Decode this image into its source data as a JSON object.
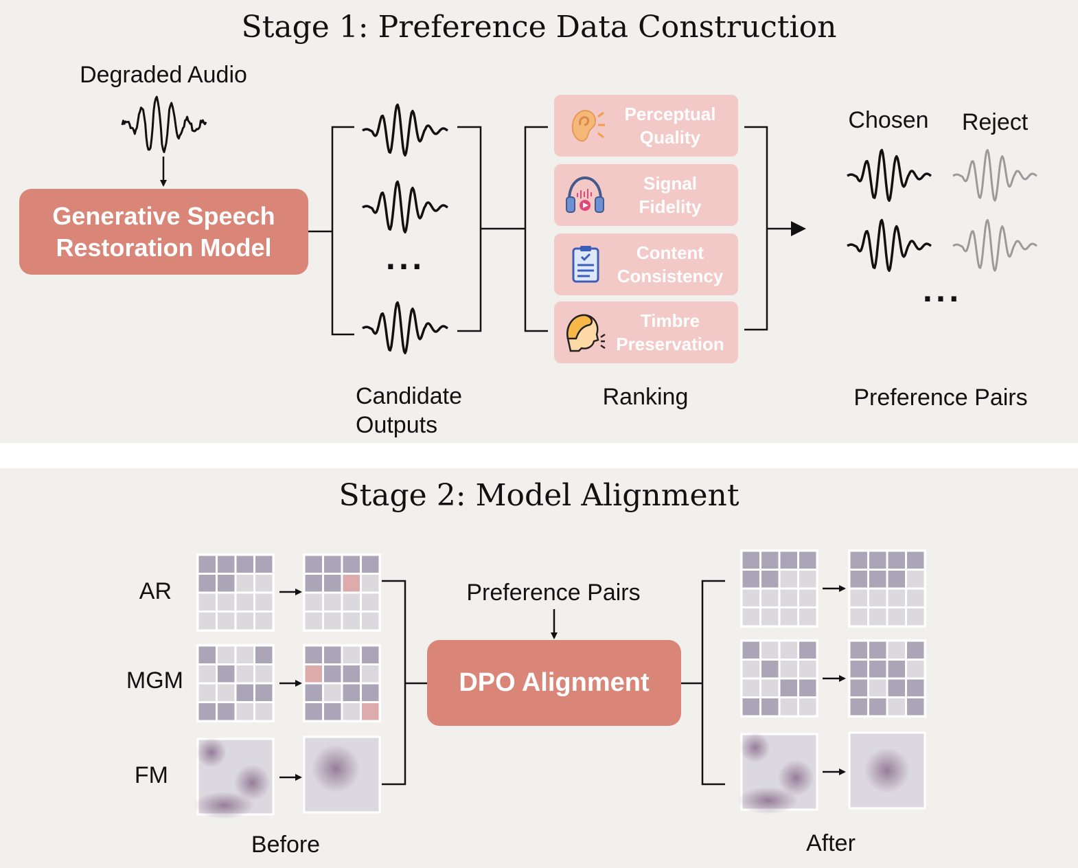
{
  "stage1": {
    "title": "Stage 1: Preference Data Construction",
    "input_label": "Degraded Audio",
    "model_label_line1": "Generative Speech",
    "model_label_line2": "Restoration Model",
    "candidates_label_line1": "Candidate",
    "candidates_label_line2": "Outputs",
    "ranking_label": "Ranking",
    "ranking_criteria": [
      {
        "line1": "Perceptual",
        "line2": "Quality",
        "icon": "ear-icon"
      },
      {
        "line1": "Signal",
        "line2": "Fidelity",
        "icon": "headphones-icon"
      },
      {
        "line1": "Content",
        "line2": "Consistency",
        "icon": "document-icon"
      },
      {
        "line1": "Timbre",
        "line2": "Preservation",
        "icon": "speaking-head-icon"
      }
    ],
    "chosen_label": "Chosen",
    "reject_label": "Reject",
    "pairs_label": "Preference Pairs",
    "ellipsis": "..."
  },
  "stage2": {
    "title": "Stage 2: Model Alignment",
    "rows": [
      "AR",
      "MGM",
      "FM"
    ],
    "pairs_input_label": "Preference Pairs",
    "alignment_label": "DPO Alignment",
    "before_label": "Before",
    "after_label": "After"
  },
  "colors": {
    "panel_bg": "#f1f0ed",
    "box": "#d98679",
    "rank_box": "#f3c9c7",
    "cell_dark": "#aca5b8",
    "cell_light": "#dcd9de",
    "cell_pink": "#ddabab",
    "reject_wave": "#9a9a9a"
  }
}
